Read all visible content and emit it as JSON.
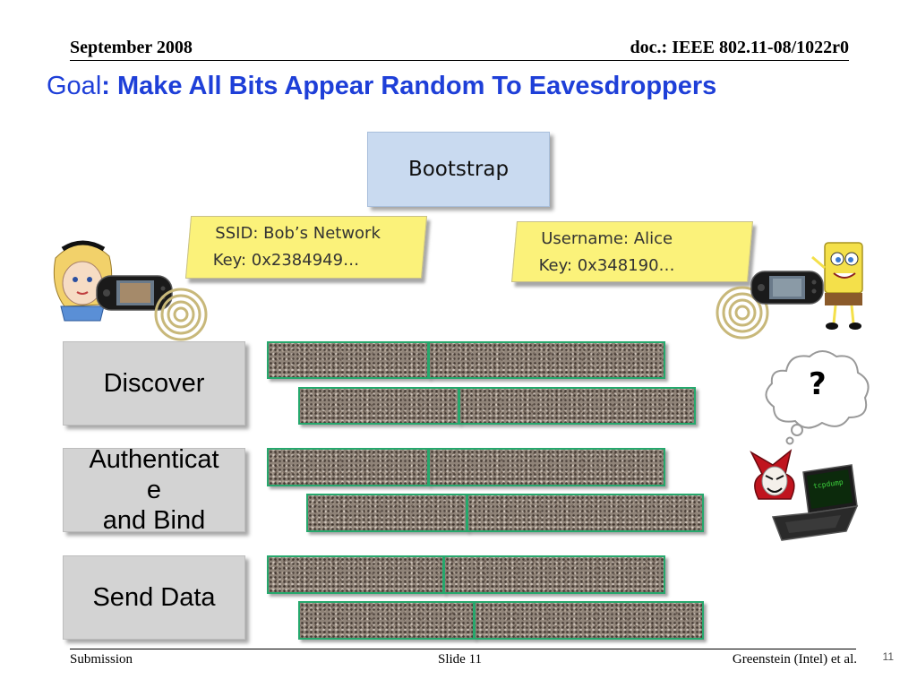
{
  "header": {
    "left": "September 2008",
    "right": "doc.: IEEE 802.11-08/1022r0"
  },
  "title": {
    "prefix": "Goal",
    "main": ": Make All Bits Appear Random To Eavesdroppers"
  },
  "bootstrap": {
    "label": "Bootstrap"
  },
  "notes": {
    "left": {
      "line1": "SSID: Bob’s Network",
      "line2": "Key: 0x2384949…"
    },
    "right": {
      "line1": "Username: Alice",
      "line2": "Key: 0x348190…"
    }
  },
  "steps": {
    "discover": "Discover",
    "authenticate_line1": "Authenticat",
    "authenticate_line2": "e",
    "authenticate_line3": "and Bind",
    "send": "Send Data"
  },
  "eavesdropper": {
    "thought": "?",
    "screen_text": "tcpdump"
  },
  "footer": {
    "left": "Submission",
    "center": "Slide 11",
    "right": "Greenstein (Intel) et al.",
    "page_number": "11"
  },
  "colors": {
    "title_blue": "#1e3fd8",
    "bootstrap_fill": "#c9daf0",
    "note_yellow": "#fbf27a",
    "step_gray": "#d3d3d3",
    "packet_border": "#26a86d"
  }
}
